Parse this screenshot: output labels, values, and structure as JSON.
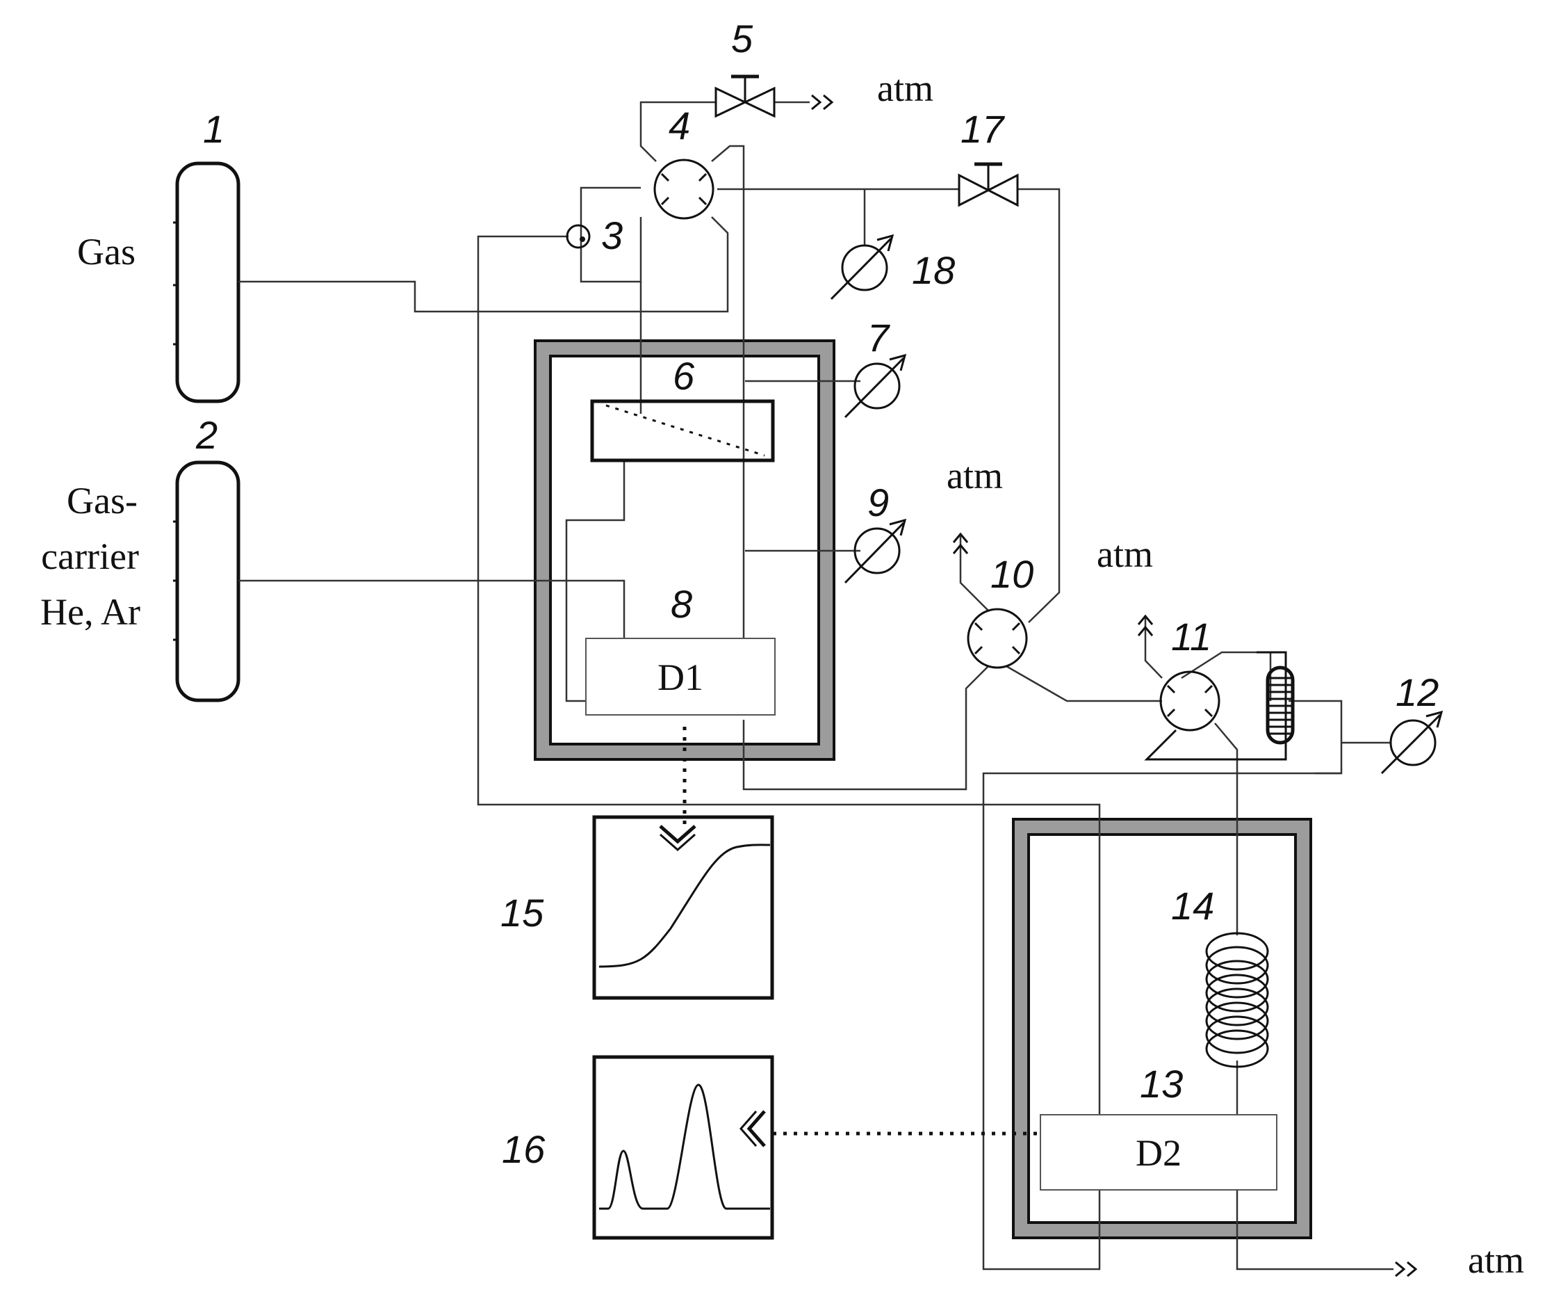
{
  "numbers": {
    "n1": "1",
    "n2": "2",
    "n3": "3",
    "n4": "4",
    "n5": "5",
    "n6": "6",
    "n7": "7",
    "n8": "8",
    "n9": "9",
    "n10": "10",
    "n11": "11",
    "n12": "12",
    "n13": "13",
    "n14": "14",
    "n15": "15",
    "n16": "16",
    "n17": "17",
    "n18": "18"
  },
  "labels": {
    "gas": "Gas",
    "carrier_line1": "Gas-",
    "carrier_line2": "carrier",
    "carrier_line3": "He, Ar",
    "atm": "atm",
    "d1": "D1",
    "d2": "D2"
  },
  "icons": {
    "valve": "needle-valve-icon",
    "gauge": "pressure-gauge-icon",
    "switch": "multiport-valve-icon",
    "coil": "coil-icon",
    "vent": "vent-arrow-icon"
  }
}
